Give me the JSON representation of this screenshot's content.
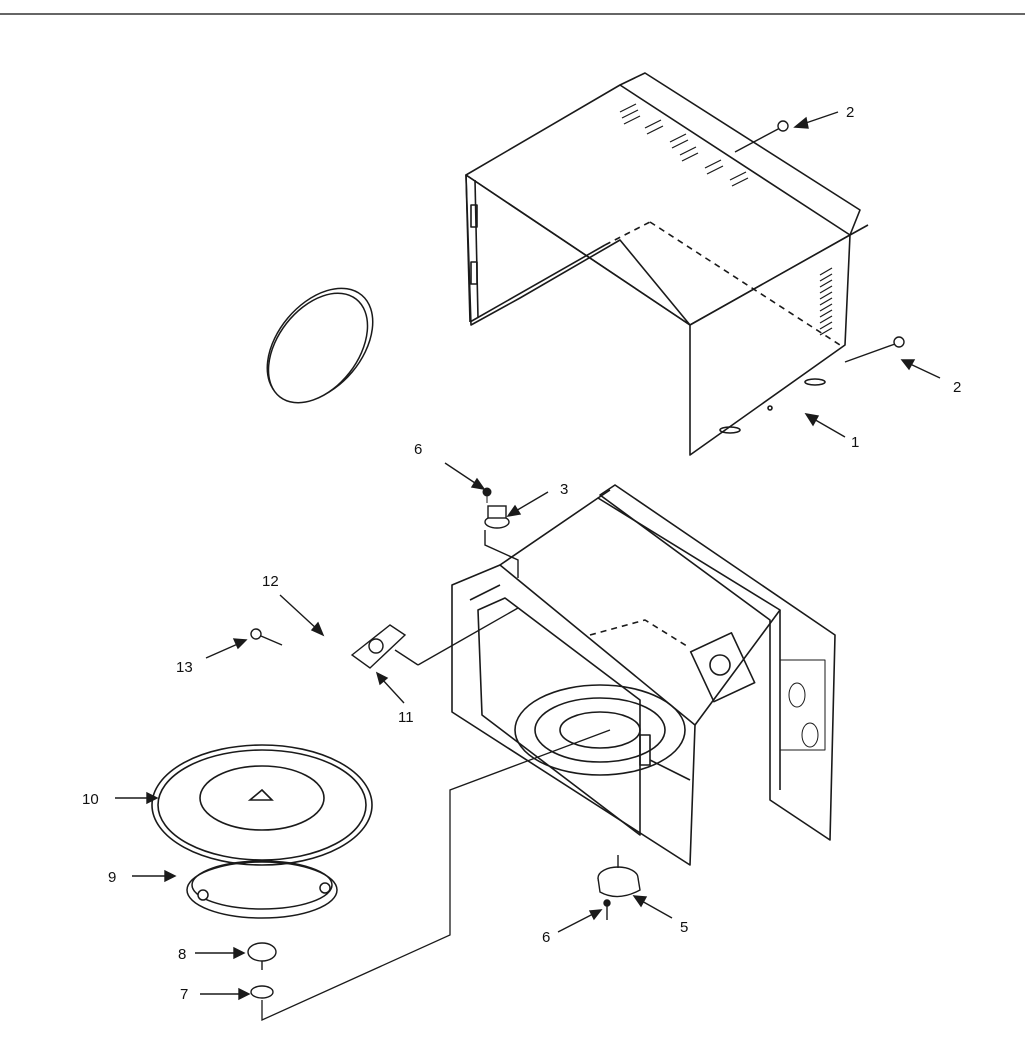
{
  "callouts": [
    {
      "id": "1",
      "label": "1"
    },
    {
      "id": "2a",
      "label": "2"
    },
    {
      "id": "2b",
      "label": "2"
    },
    {
      "id": "3",
      "label": "3"
    },
    {
      "id": "5",
      "label": "5"
    },
    {
      "id": "6a",
      "label": "6"
    },
    {
      "id": "6b",
      "label": "6"
    },
    {
      "id": "7",
      "label": "7"
    },
    {
      "id": "8",
      "label": "8"
    },
    {
      "id": "9",
      "label": "9"
    },
    {
      "id": "10",
      "label": "10"
    },
    {
      "id": "11",
      "label": "11"
    },
    {
      "id": "12",
      "label": "12"
    },
    {
      "id": "13",
      "label": "13"
    }
  ],
  "colors": {
    "ink": "#1a1a1a",
    "paper": "#ffffff"
  }
}
